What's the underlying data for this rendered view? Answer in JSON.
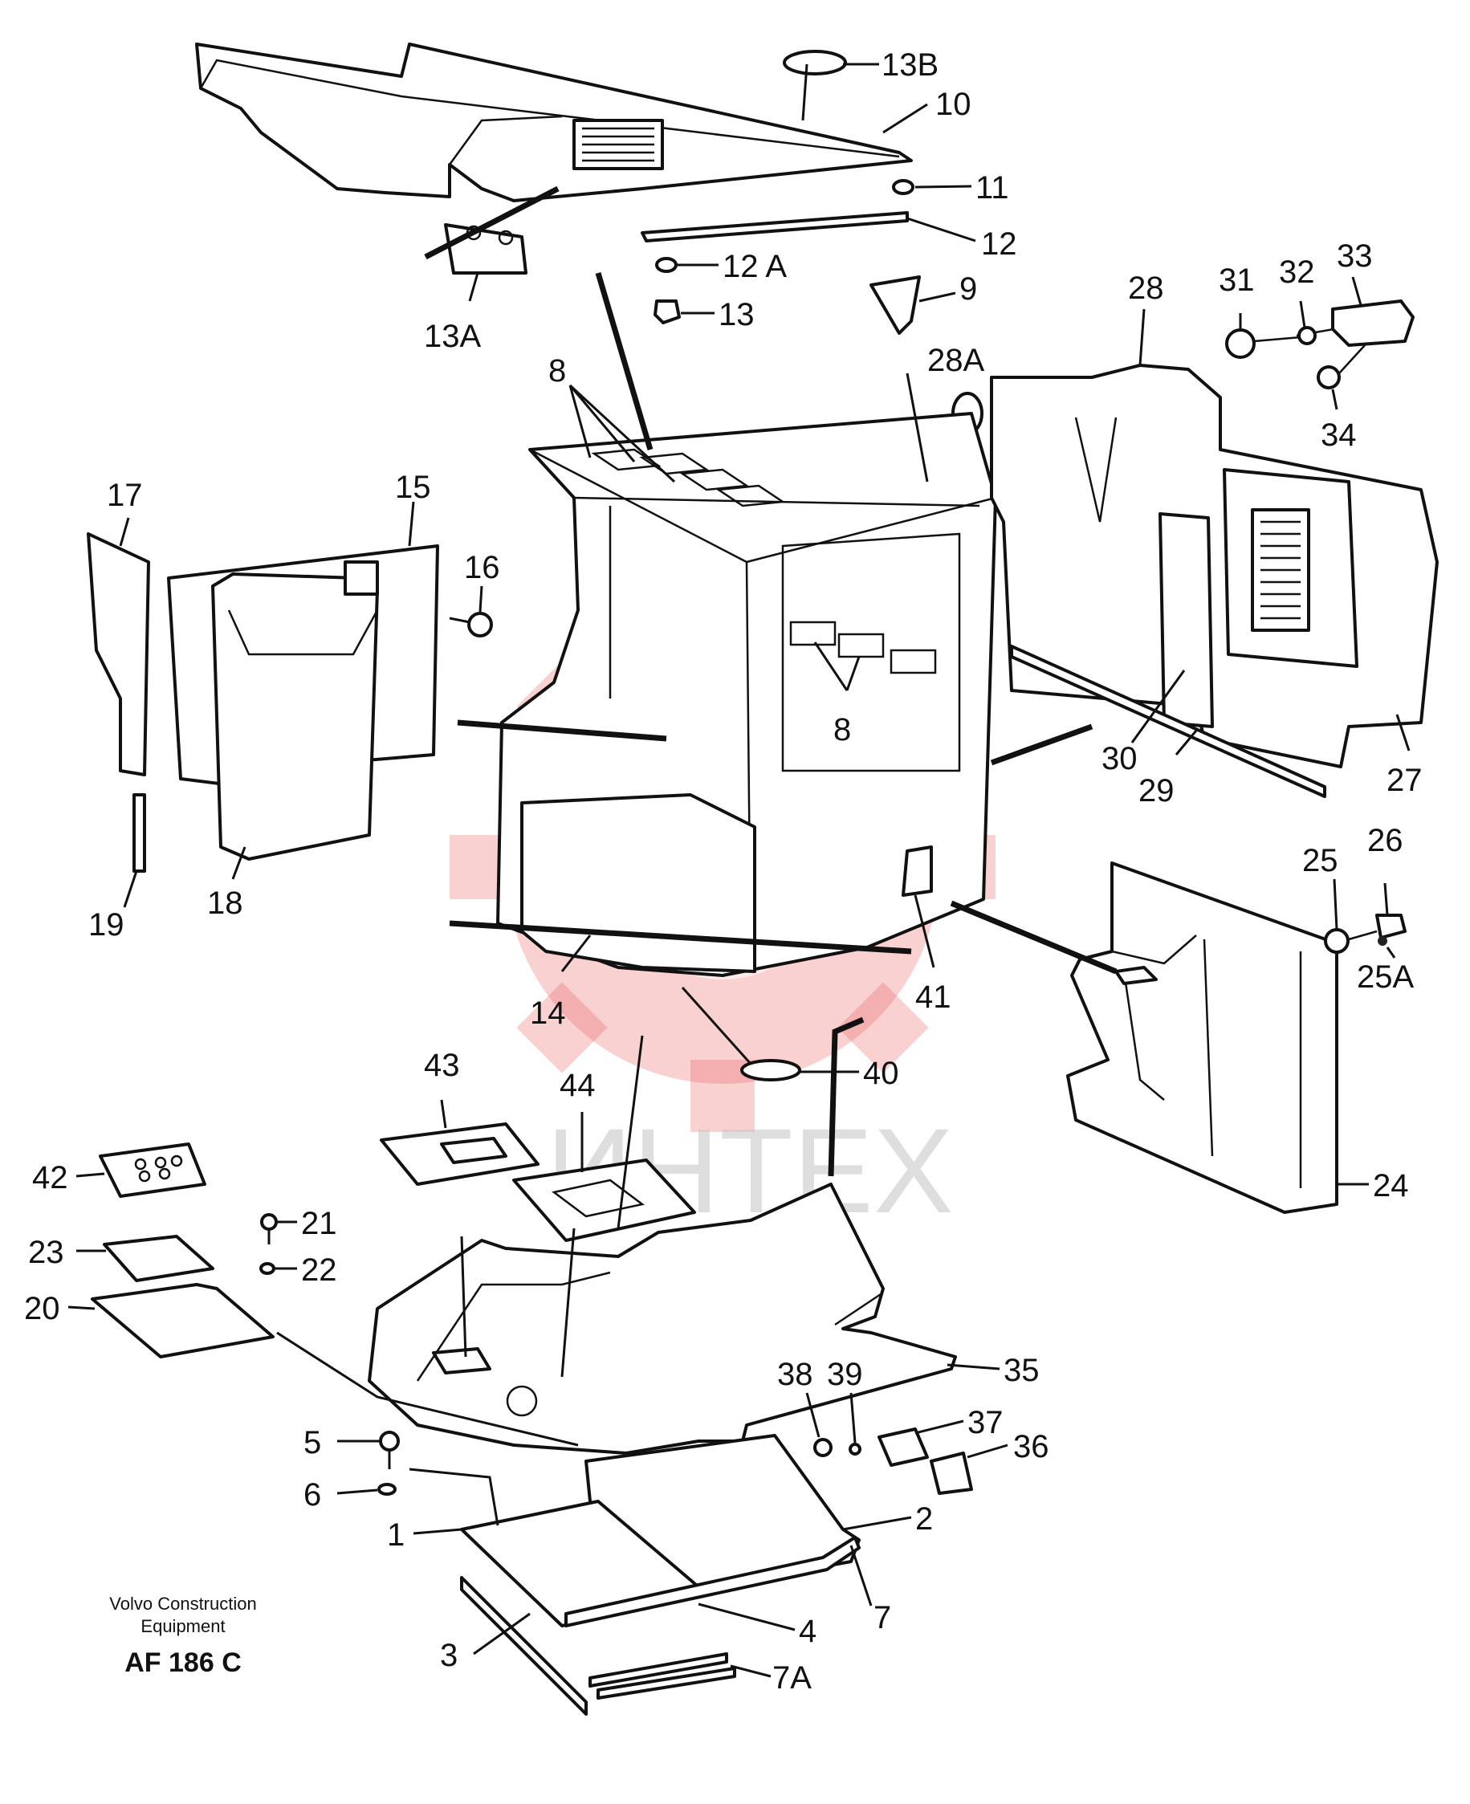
{
  "diagram": {
    "callouts": [
      "13B",
      "10",
      "11",
      "12",
      "12 A",
      "13",
      "13A",
      "8",
      "9",
      "28A",
      "28",
      "31",
      "32",
      "33",
      "34",
      "17",
      "15",
      "16",
      "8",
      "30",
      "29",
      "27",
      "19",
      "18",
      "25",
      "26",
      "25A",
      "14",
      "41",
      "40",
      "43",
      "44",
      "24",
      "42",
      "23",
      "21",
      "22",
      "20",
      "38",
      "39",
      "35",
      "37",
      "36",
      "5",
      "6",
      "1",
      "2",
      "4",
      "7",
      "3",
      "7A"
    ],
    "caption": {
      "company_line1": "Volvo Construction",
      "company_line2": "Equipment",
      "drawing_code": "AF 186 C"
    },
    "watermark": "ИНТЕХ"
  }
}
